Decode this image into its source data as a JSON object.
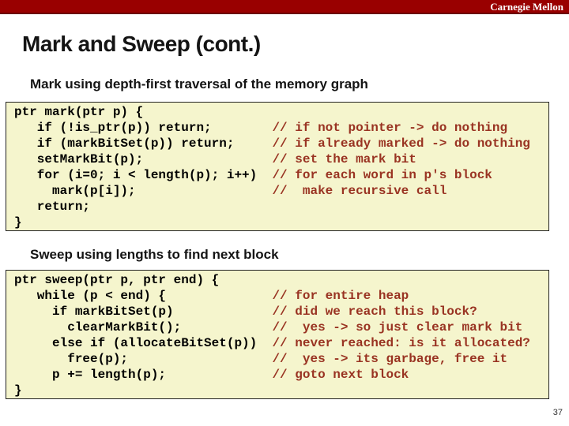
{
  "slide": {
    "brand": "Carnegie Mellon",
    "title": "Mark and Sweep (cont.)",
    "page_number": "37",
    "colors": {
      "bar_red": "#990000",
      "code_background": "#f5f5cd",
      "comment_red": "#993322"
    },
    "sections": [
      {
        "heading": "Mark using depth-first traversal of the memory graph",
        "code_lines": [
          {
            "c": "ptr mark(ptr p) {",
            "m": ""
          },
          {
            "c": "   if (!is_ptr(p)) return;        ",
            "m": "// if not pointer -> do nothing"
          },
          {
            "c": "   if (markBitSet(p)) return;     ",
            "m": "// if already marked -> do nothing"
          },
          {
            "c": "   setMarkBit(p);                 ",
            "m": "// set the mark bit"
          },
          {
            "c": "   for (i=0; i < length(p); i++)  ",
            "m": "// for each word in p's block"
          },
          {
            "c": "     mark(p[i]);                  ",
            "m": "//  make recursive call"
          },
          {
            "c": "   return;",
            "m": ""
          },
          {
            "c": "}",
            "m": ""
          }
        ]
      },
      {
        "heading": "Sweep using lengths to find next block",
        "code_lines": [
          {
            "c": "ptr sweep(ptr p, ptr end) {",
            "m": ""
          },
          {
            "c": "   while (p < end) {              ",
            "m": "// for entire heap"
          },
          {
            "c": "     if markBitSet(p)             ",
            "m": "// did we reach this block?"
          },
          {
            "c": "       clearMarkBit();            ",
            "m": "//  yes -> so just clear mark bit"
          },
          {
            "c": "     else if (allocateBitSet(p))  ",
            "m": "// never reached: is it allocated?"
          },
          {
            "c": "       free(p);                   ",
            "m": "//  yes -> its garbage, free it"
          },
          {
            "c": "     p += length(p);              ",
            "m": "// goto next block"
          },
          {
            "c": "}",
            "m": ""
          }
        ]
      }
    ]
  }
}
